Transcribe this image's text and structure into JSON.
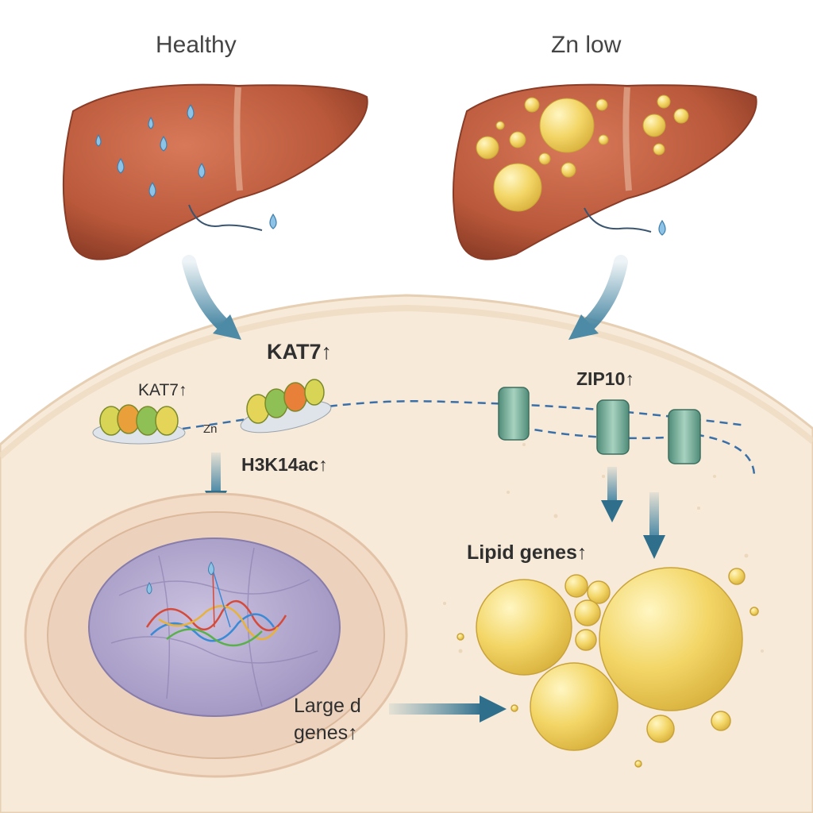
{
  "panels": {
    "healthy": {
      "title": "Healthy"
    },
    "zn_low": {
      "title": "Zn low"
    }
  },
  "labels": {
    "kat7_main": "KAT7↑",
    "kat7_small": "KAT7↑",
    "zn": "Zn",
    "h3k14ac": "H3K14ac↑",
    "zip10": "ZIP10↑",
    "lipid_genes": "Lipid genes↑",
    "large_genes_line1": "Large d",
    "large_genes_line2": "genes↑"
  },
  "colors": {
    "liver": "#b9583a",
    "cytoplasm": "#f7ead9",
    "nucleus": "#b7acd0",
    "lipid": "#f3d667",
    "arrow": "#4d8aa6",
    "channel": "#5e9a87"
  },
  "icons": [
    "liver-icon",
    "water-droplet-icon",
    "lipid-droplet-icon",
    "nucleosome-icon",
    "zip10-channel-icon",
    "chromatin-icon"
  ]
}
